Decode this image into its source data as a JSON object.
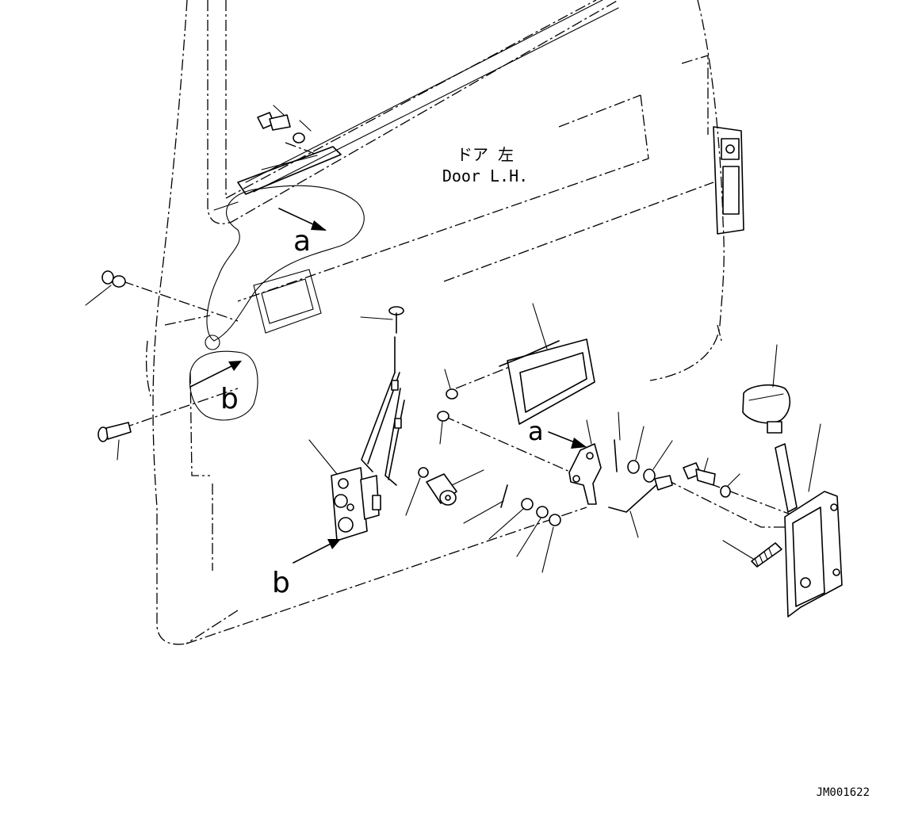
{
  "title_jp": "ドア 左",
  "title_en": "Door L.H.",
  "callout_a": "a",
  "callout_b": "b",
  "drawing_number": "JM001622"
}
